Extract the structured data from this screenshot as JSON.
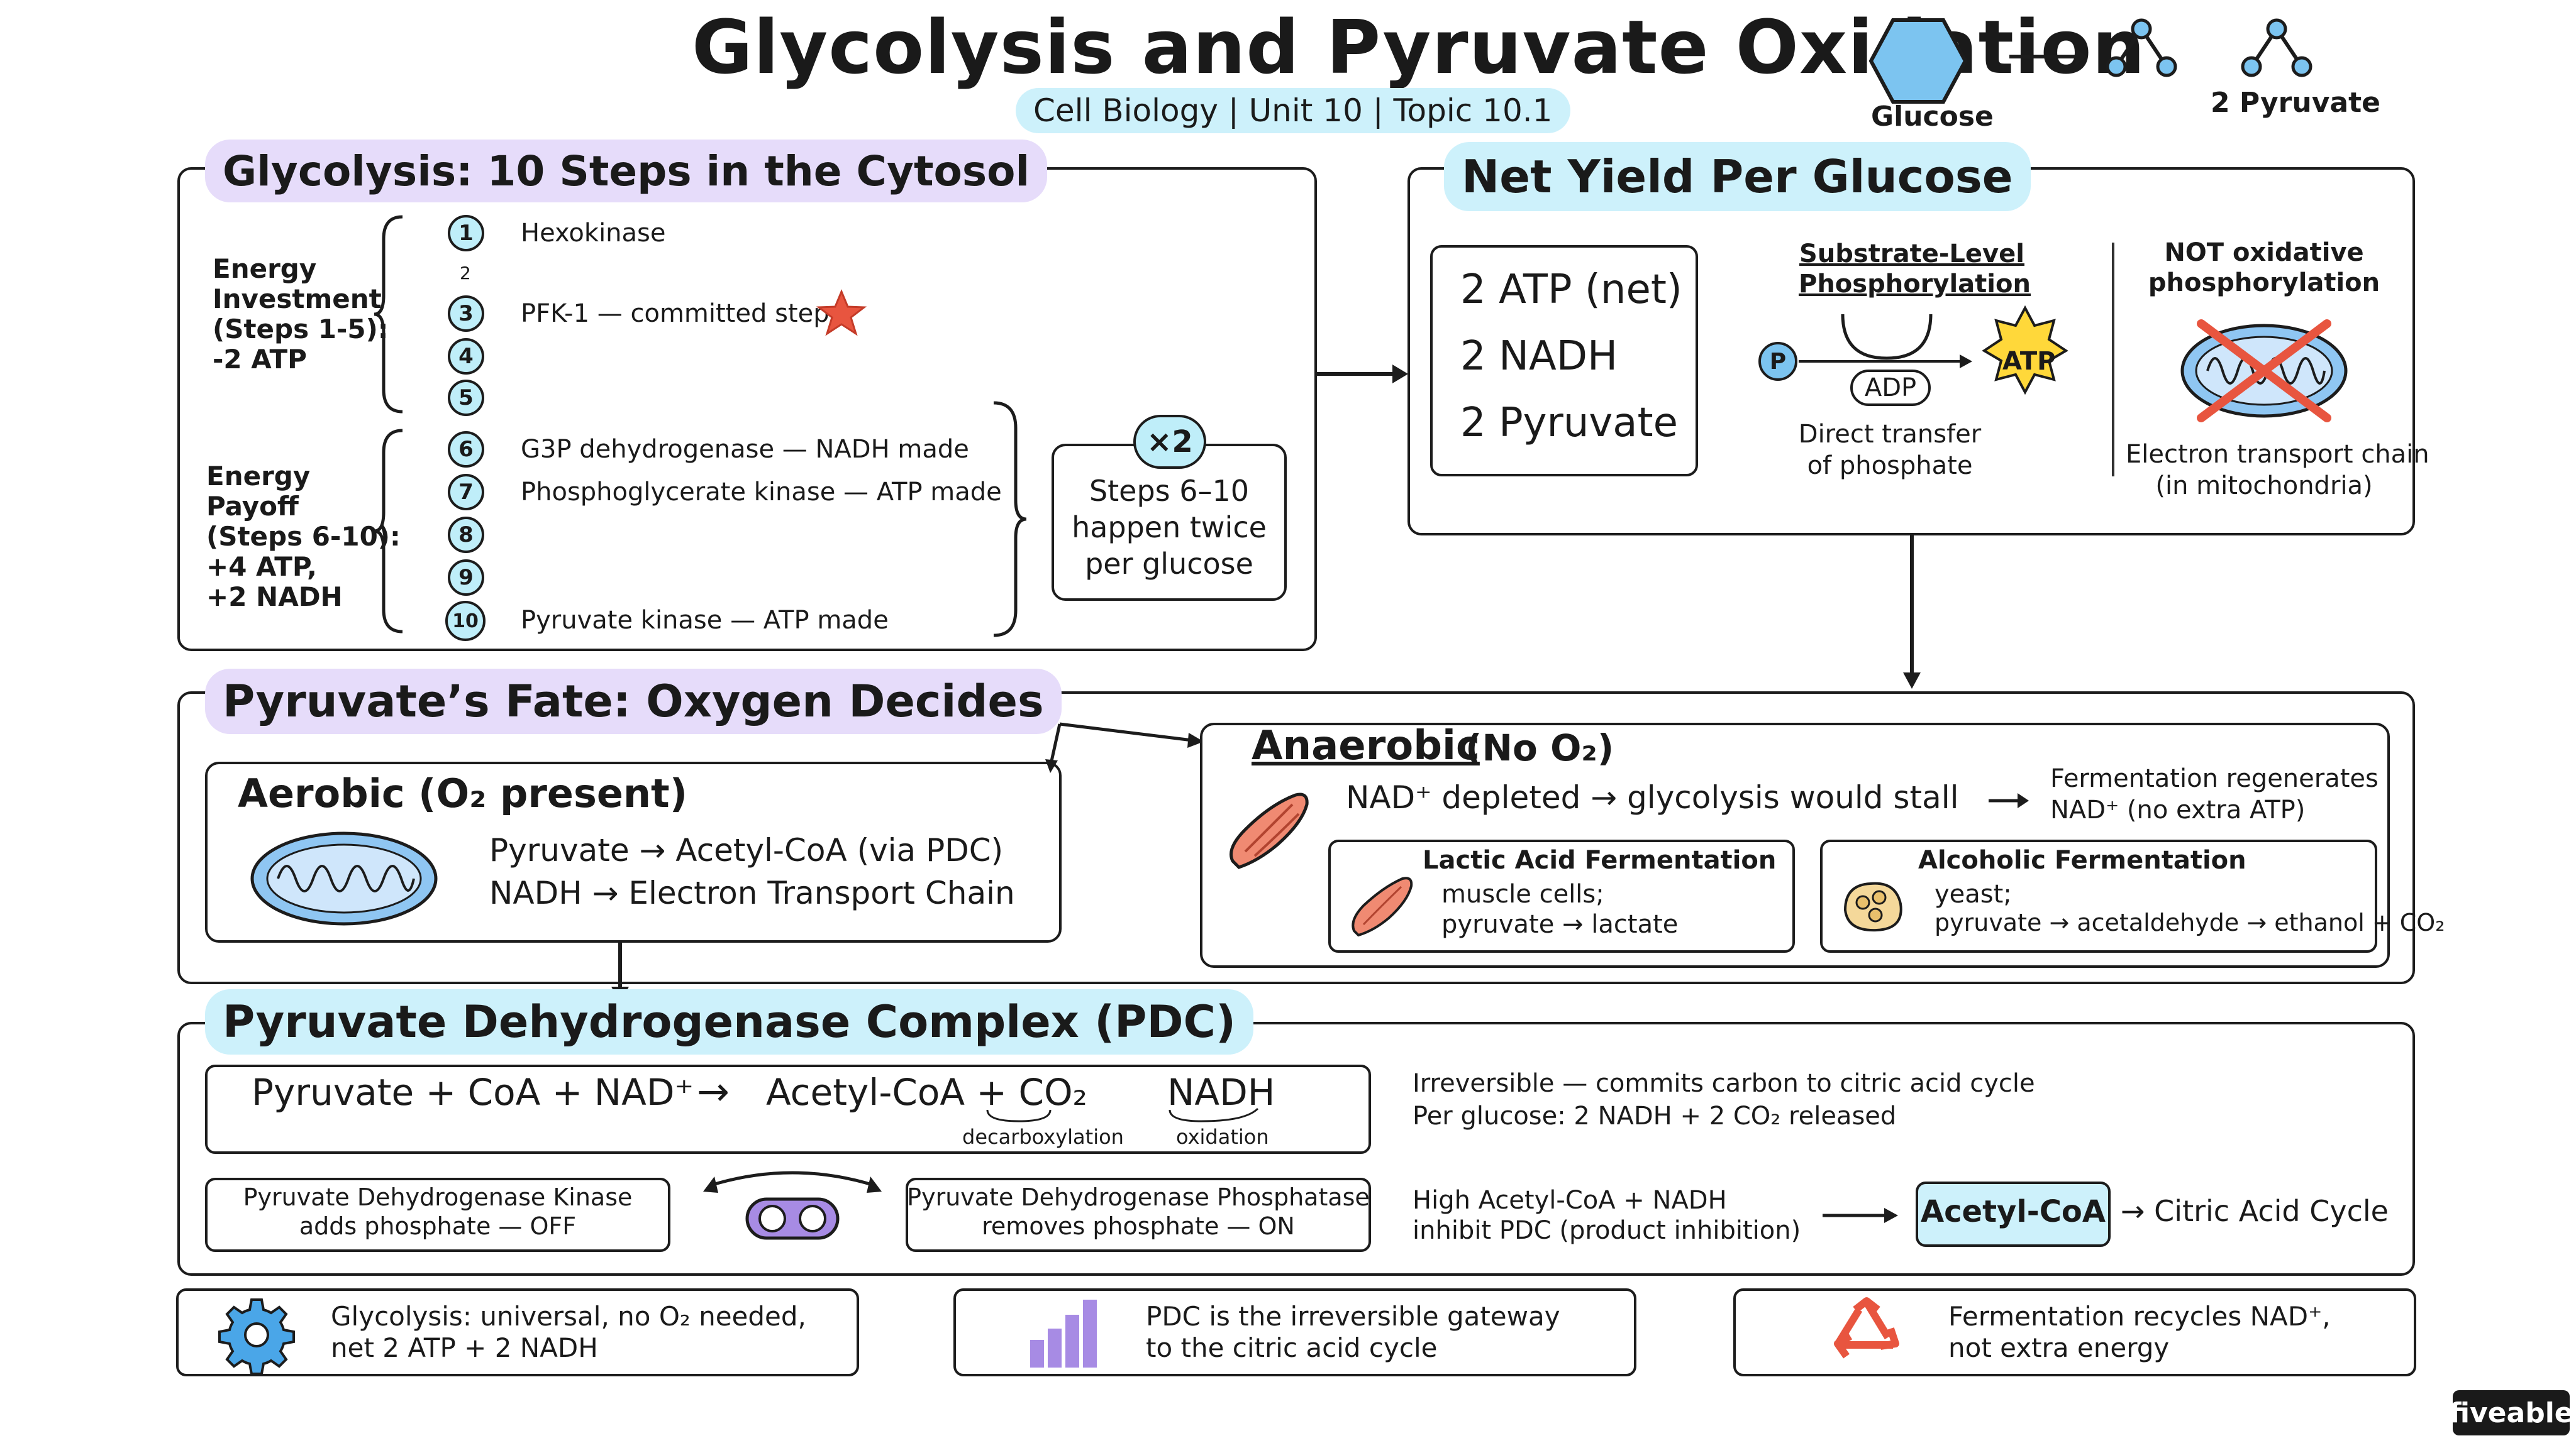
{
  "header": {
    "title": "Glycolysis and Pyruvate Oxidation",
    "subtitle": "Cell Biology | Unit 10 | Topic 10.1",
    "glucose_label": "Glucose",
    "pyruvate_label": "2 Pyruvate"
  },
  "glycolysis": {
    "title": "Glycolysis: 10 Steps in the Cytosol",
    "investment_label": [
      "Energy",
      "Investment",
      "(Steps 1-5):",
      "-2 ATP"
    ],
    "payoff_label": [
      "Energy",
      "Payoff",
      "(Steps 6-10):",
      "+4 ATP,",
      "+2 NADH"
    ],
    "steps": [
      {
        "n": "1",
        "label": "Hexokinase"
      },
      {
        "n": "2",
        "label": ""
      },
      {
        "n": "3",
        "label": "PFK-1 — committed step"
      },
      {
        "n": "4",
        "label": ""
      },
      {
        "n": "5",
        "label": ""
      },
      {
        "n": "6",
        "label": "G3P dehydrogenase — NADH made"
      },
      {
        "n": "7",
        "label": "Phosphoglycerate kinase — ATP made"
      },
      {
        "n": "8",
        "label": ""
      },
      {
        "n": "9",
        "label": ""
      },
      {
        "n": "10",
        "label": "Pyruvate kinase — ATP made"
      }
    ],
    "twice_badge": "×2",
    "twice_text": [
      "Steps 6–10",
      "happen twice",
      "per glucose"
    ]
  },
  "net_yield": {
    "title": "Net Yield Per Glucose",
    "items": [
      "2 ATP (net)",
      "2 NADH",
      "2 Pyruvate"
    ],
    "slp_title": [
      "Substrate-Level",
      "Phosphorylation"
    ],
    "p_label": "P",
    "adp_label": "ADP",
    "atp_label": "ATP",
    "slp_caption": [
      "Direct transfer",
      "of phosphate"
    ],
    "not_title": [
      "NOT oxidative",
      "phosphorylation"
    ],
    "not_caption": [
      "Electron transport chain",
      "(in mitochondria)"
    ]
  },
  "fate": {
    "title": "Pyruvate’s Fate: Oxygen Decides",
    "aerobic_title": "Aerobic (O₂ present)",
    "aerobic_lines": [
      "Pyruvate → Acetyl-CoA (via PDC)",
      "NADH → Electron Transport Chain"
    ],
    "anaerobic_title": "Anaerobic",
    "anaerobic_sub": "(No O₂)",
    "nad_line": "NAD⁺ depleted → glycolysis would stall",
    "regen": [
      "Fermentation regenerates",
      "NAD⁺ (no extra ATP)"
    ],
    "lactic_title": "Lactic Acid Fermentation",
    "lactic_lines": [
      "muscle cells;",
      "pyruvate → lactate"
    ],
    "alcoholic_title": "Alcoholic Fermentation",
    "alcoholic_lines": [
      "yeast;",
      "pyruvate → acetaldehyde → ethanol + CO₂"
    ]
  },
  "pdc": {
    "title": "Pyruvate Dehydrogenase Complex (PDC)",
    "eq_left": "Pyruvate + CoA + NAD⁺",
    "eq_arrow": "→",
    "eq_right": "Acetyl-CoA + CO₂",
    "eq_nadh": "NADH",
    "decarb": "decarboxylation",
    "oxid": "oxidation",
    "irreversible": [
      "Irreversible — commits carbon to citric acid cycle",
      "Per glucose: 2 NADH + 2 CO₂ released"
    ],
    "kinase": [
      "Pyruvate Dehydrogenase Kinase",
      "adds phosphate — OFF"
    ],
    "phosphatase": [
      "Pyruvate Dehydrogenase Phosphatase",
      "removes phosphate — ON"
    ],
    "inhibit": [
      "High Acetyl-CoA + NADH",
      "inhibit PDC (product inhibition)"
    ],
    "acetyl": "Acetyl-CoA",
    "cac": "→ Citric Acid Cycle"
  },
  "footer": {
    "f1": [
      "Glycolysis: universal, no O₂ needed,",
      "net 2 ATP + 2 NADH"
    ],
    "f2": [
      "PDC is the irreversible gateway",
      "to the citric acid cycle"
    ],
    "f3": [
      "Fermentation recycles NAD⁺,",
      "not extra energy"
    ],
    "brand": "fiveable"
  },
  "colors": {
    "lavender": "#e6dcfa",
    "cyan": "#cdf1fb",
    "blue_icon": "#4aa6e8",
    "red_accent": "#e8553f",
    "atp_yellow": "#ffd83a"
  }
}
